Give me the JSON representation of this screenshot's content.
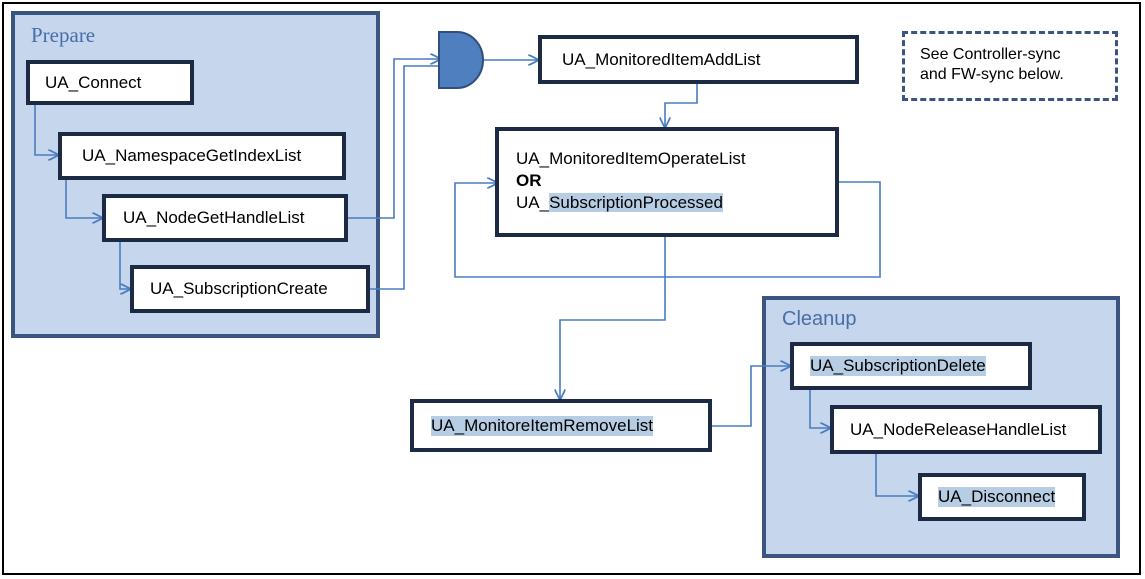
{
  "groups": {
    "prepare": {
      "title": "Prepare"
    },
    "cleanup": {
      "title": "Cleanup"
    }
  },
  "nodes": {
    "connect": "UA_Connect",
    "namespace_get_index_list": "UA_NamespaceGetIndexList",
    "node_get_handle_list": "UA_NodeGetHandleList",
    "subscription_create": "UA_SubscriptionCreate",
    "monitored_item_add_list": "UA_MonitoredItemAddList",
    "monitored_item_operate_list": "UA_MonitoredItemOperateList",
    "or": "OR",
    "ua_prefix": "UA_",
    "subscription_processed": "SubscriptionProcessed",
    "monitored_item_remove_list": "UA_MonitoreItemRemoveList",
    "subscription_delete": "UA_SubscriptionDelete",
    "node_release_handle_list": "UA_NodeReleaseHandleList",
    "disconnect": "UA_Disconnect"
  },
  "note": {
    "line1": "See Controller-sync",
    "line2": "and FW-sync below."
  },
  "colors": {
    "group_fill": "#c6d6ec",
    "group_border": "#3b5480",
    "connector": "#4a7cc0",
    "and_gate_fill": "#4f7fbf",
    "highlight": "#b6cde4"
  }
}
